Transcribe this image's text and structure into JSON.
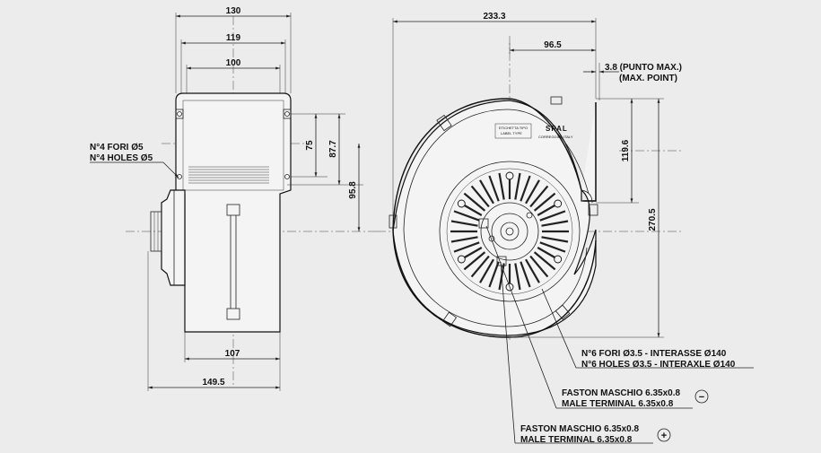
{
  "side_view": {
    "dim_130": "130",
    "dim_119": "119",
    "dim_100": "100",
    "dim_75": "75",
    "dim_87_7": "87.7",
    "dim_95_8": "95.8",
    "dim_107": "107",
    "dim_149_5": "149.5",
    "holes_note_it": "N°4 FORI Ø5",
    "holes_note_en": "N°4 HOLES Ø5"
  },
  "front_view": {
    "dim_233_3": "233.3",
    "dim_96_5": "96.5",
    "dim_3_8_it": "3.8 (PUNTO MAX.)",
    "dim_3_8_en": "(MAX. POINT)",
    "dim_119_6": "119.6",
    "dim_270_5": "270.5",
    "brand": "SPAL",
    "label_type": "ETICHETTA TIPO",
    "label_type_en": "LABEL TYPE",
    "city": "CORREGGIO",
    "country": "ITALY"
  },
  "callouts": {
    "holes_it": "N°6 FORI Ø3.5 - INTERASSE Ø140",
    "holes_en": "N°6 HOLES Ø3.5 - INTERAXLE Ø140",
    "faston_neg_it": "FASTON MASCHIO 6.35x0.8",
    "faston_neg_en": "MALE TERMINAL 6.35x0.8",
    "faston_neg_symbol": "−",
    "faston_pos_it": "FASTON MASCHIO 6.35x0.8",
    "faston_pos_en": "MALE TERMINAL 6.35x0.8",
    "faston_pos_symbol": "+"
  }
}
